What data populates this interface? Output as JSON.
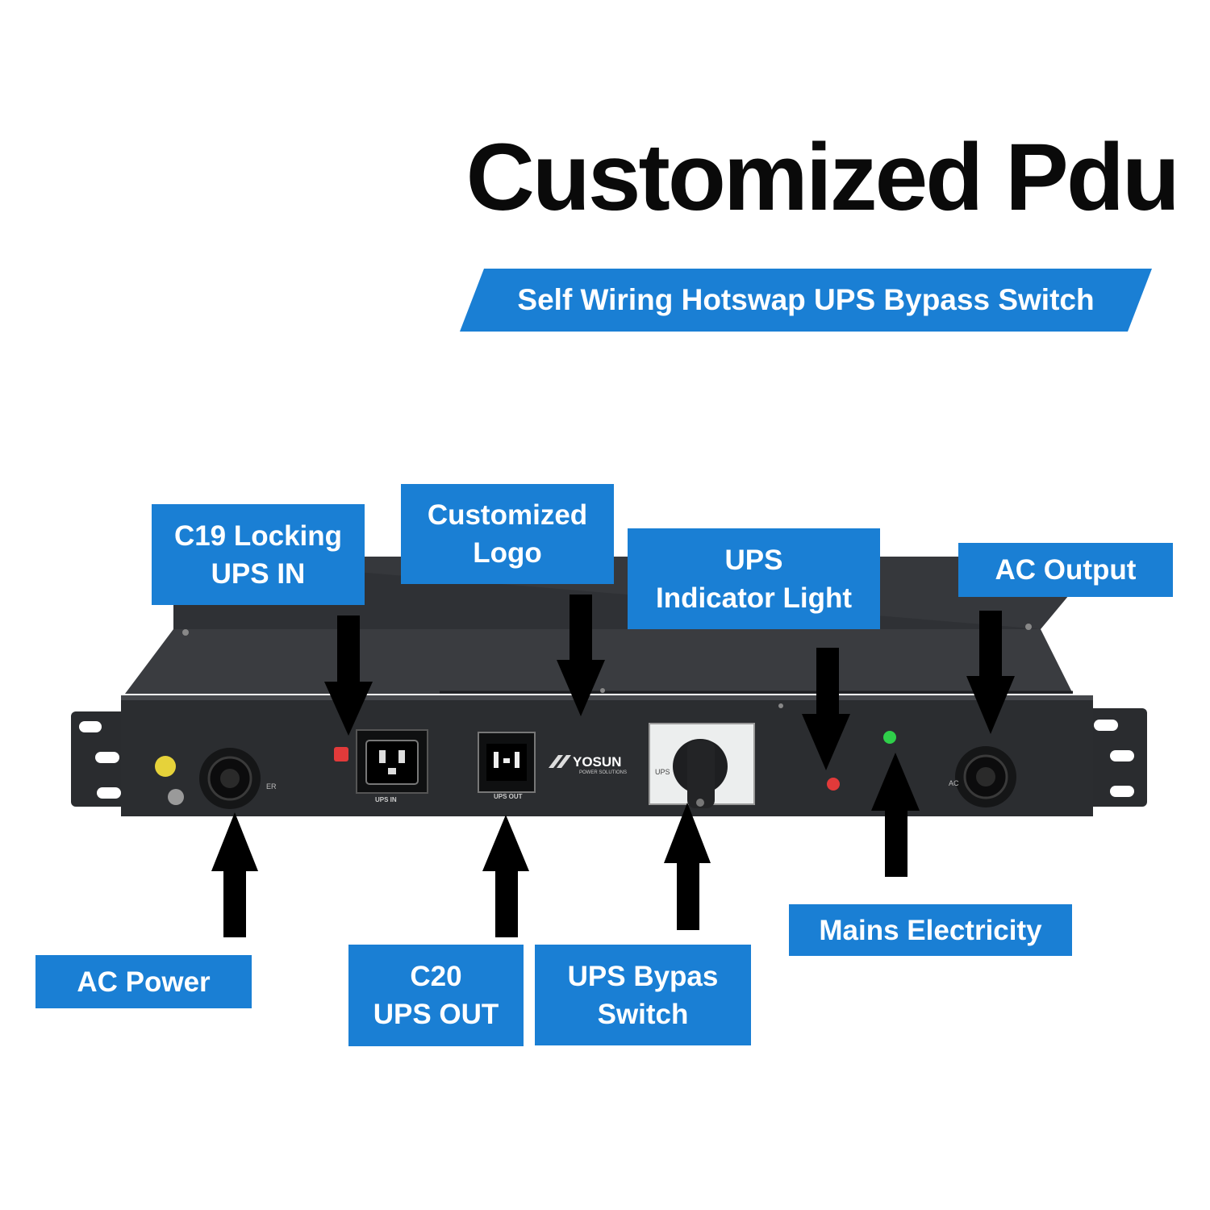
{
  "title": "Customized Pdu",
  "subtitle": "Self Wiring Hotswap UPS Bypass Switch",
  "callouts": {
    "c19": {
      "line1": "C19 Locking",
      "line2": "UPS IN"
    },
    "logo": {
      "line1": "Customized",
      "line2": "Logo"
    },
    "ups_light": {
      "line1": "UPS",
      "line2": "Indicator Light"
    },
    "ac_output": {
      "line1": "AC Output"
    },
    "ac_power": {
      "line1": "AC Power"
    },
    "c20": {
      "line1": "C20",
      "line2": "UPS OUT"
    },
    "bypass": {
      "line1": "UPS Bypas",
      "line2": "Switch"
    },
    "mains": {
      "line1": "Mains Electricity"
    }
  },
  "device": {
    "brand": "YOSUN",
    "brand_sub": "POWER SOLUTIONS",
    "ups_in_label": "UPS IN",
    "ups_out_label": "UPS OUT",
    "switch_label": "UPS",
    "ac_in_mark": "ER",
    "ac_out_mark": "AC"
  },
  "colors": {
    "accent": "#1a7fd4",
    "chassis": "#2b2d30",
    "indicator_red": "#e23a3a",
    "indicator_green": "#2fcf4a"
  }
}
